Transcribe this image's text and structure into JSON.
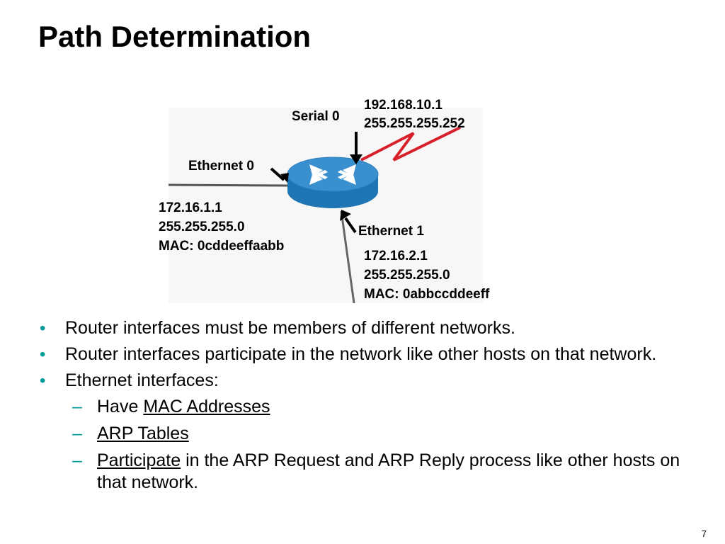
{
  "slide": {
    "title": "Path Determination",
    "page_number": "7"
  },
  "diagram": {
    "serial0": {
      "label": "Serial 0",
      "ip": "192.168.10.1",
      "mask": "255.255.255.252"
    },
    "ethernet0": {
      "label": "Ethernet 0",
      "ip": "172.16.1.1",
      "mask": "255.255.255.0",
      "mac": "MAC: 0cddeeffaabb"
    },
    "ethernet1": {
      "label": "Ethernet 1",
      "ip": "172.16.2.1",
      "mask": "255.255.255.0",
      "mac": "MAC: 0abbccddeeff"
    },
    "colors": {
      "router_top": "#3a8fcf",
      "router_side": "#1f74b4",
      "serial_link": "#d8202b",
      "ethernet_link": "#555555"
    }
  },
  "bullets": {
    "b1": "Router interfaces must be members of different networks.",
    "b2": "Router interfaces participate in the network like other hosts on that network.",
    "b3": "Ethernet interfaces:",
    "s1_prefix": "Have ",
    "s1_link": "MAC Addresses",
    "s2_link": "ARP Tables",
    "s3_link": "Participate",
    "s3_rest": " in the ARP Request and ARP Reply process like other hosts on that network."
  },
  "colors": {
    "bullet_marker": "#009999"
  }
}
